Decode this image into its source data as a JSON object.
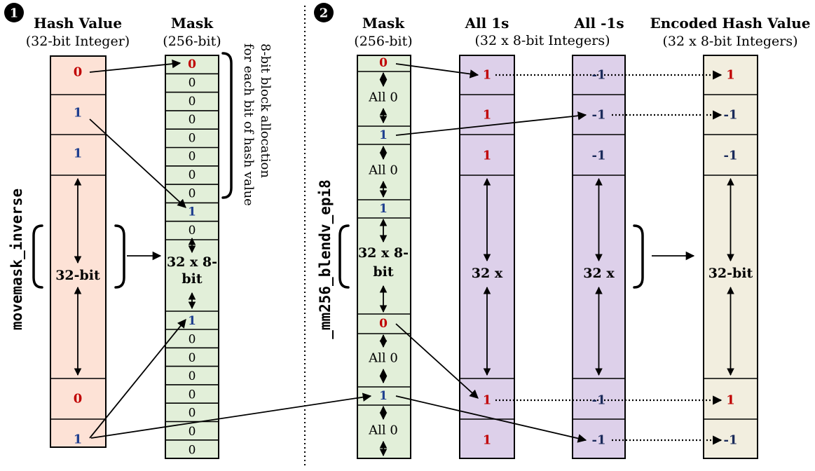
{
  "colors": {
    "hash_fill": "#fde2d6",
    "mask_fill": "#e2efd9",
    "purple_fill": "#ddd0ea",
    "encoded_fill": "#f2eedf",
    "stroke": "#000000",
    "red_value": "#c00000",
    "blue_value": "#1f3f8f",
    "dark_blue_value": "#1a2a5a"
  },
  "panel1": {
    "badge": "1",
    "operation": "movemask_inverse",
    "hash": {
      "title": "Hash Value",
      "subtitle": "(32-bit Integer)",
      "cells": [
        "0",
        "1",
        "1",
        "0",
        "1"
      ],
      "span_label": "32-bit"
    },
    "mask": {
      "title": "Mask",
      "subtitle": "(256-bit)",
      "top_cells": [
        "0",
        "0",
        "0",
        "0",
        "0",
        "0",
        "0",
        "0",
        "1",
        "0"
      ],
      "span_label": "32 x 8-bit",
      "bottom_cells": [
        "1",
        "0",
        "0",
        "0",
        "0",
        "0",
        "0",
        "0"
      ]
    },
    "annotation": "8-bit block allocation for each bit of hash value"
  },
  "panel2": {
    "badge": "2",
    "operation": "_mm256_blendv_epi8",
    "mask": {
      "title": "Mask",
      "subtitle": "(256-bit)",
      "markers": [
        "0",
        "1",
        "1",
        "0",
        "1"
      ],
      "run_label": "All 0",
      "span_label": "32 x 8-bit"
    },
    "all_ones": {
      "title": "All 1s",
      "cells": [
        "1",
        "1",
        "1",
        "1",
        "1"
      ],
      "span_label": "32 x"
    },
    "all_neg_ones": {
      "title": "All -1s",
      "cells": [
        "-1",
        "-1",
        "-1",
        "-1",
        "-1"
      ],
      "span_label": "32 x"
    },
    "shared_subtitle": "(32 x 8-bit Integers)",
    "encoded": {
      "title": "Encoded Hash Value",
      "subtitle": "(32 x 8-bit Integers)",
      "cells": [
        "1",
        "-1",
        "-1",
        "1",
        "-1"
      ],
      "span_label": "32-bit"
    }
  }
}
